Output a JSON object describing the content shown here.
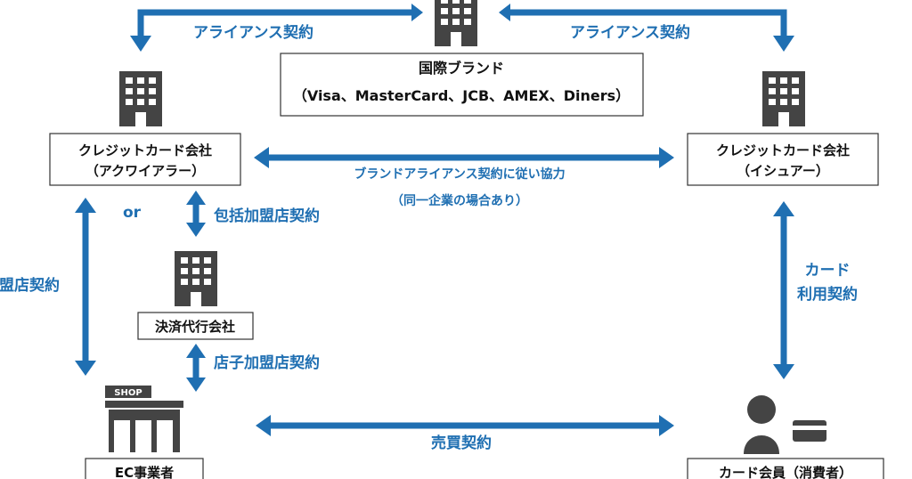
{
  "nodes": {
    "brand": {
      "line1": "国際ブランド",
      "line2": "（Visa、MasterCard、JCB、AMEX、Diners）"
    },
    "acquirer": {
      "line1": "クレジットカード会社",
      "line2": "（アクワイアラー）"
    },
    "issuer": {
      "line1": "クレジットカード会社",
      "line2": "（イシュアー）"
    },
    "psp": {
      "line1": "決済代行会社"
    },
    "ec": {
      "line1": "EC事業者",
      "shop_sign": "SHOP"
    },
    "member": {
      "line1": "カード会員（消費者）"
    }
  },
  "relations": {
    "alliance_left": "アライアンス契約",
    "alliance_right": "アライアンス契約",
    "brand_cooperation": "ブランドアライアンス契約に従い協力",
    "same_company_note": "（同一企業の場合あり）",
    "or": "or",
    "comprehensive_merchant": "包括加盟店契約",
    "merchant": "加盟店契約",
    "sub_merchant": "店子加盟店契約",
    "card_use_1": "カード",
    "card_use_2": "利用契約",
    "sales": "売買契約"
  },
  "colors": {
    "arrow": "#1f6fb2",
    "icon": "#444444"
  },
  "icons": [
    "building-icon",
    "shop-icon",
    "person-icon",
    "card-icon"
  ]
}
